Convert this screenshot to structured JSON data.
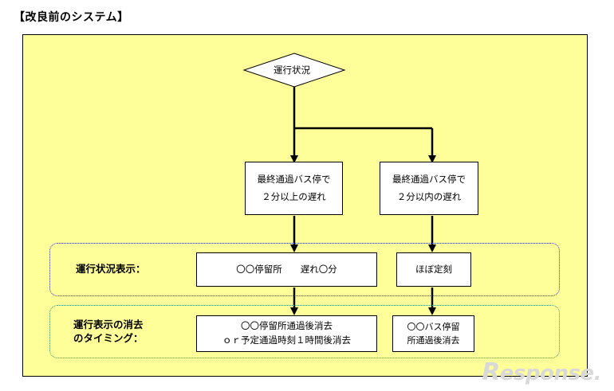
{
  "title": "【改良前のシステム】",
  "decision": {
    "label": "運行状況"
  },
  "branches": {
    "left": {
      "condition_line1": "最終通過バス停で",
      "condition_line2": "２分以上の遅れ",
      "display": "〇〇停留所　　遅れ〇分",
      "deletion_line1": "〇〇停留所通過後消去",
      "deletion_line2": "ｏｒ予定通過時刻１時間後消去"
    },
    "right": {
      "condition_line1": "最終通過バス停で",
      "condition_line2": "２分以内の遅れ",
      "display": "ほぼ定刻",
      "deletion_line1": "〇〇バス停留",
      "deletion_line2": "所通過後消去"
    }
  },
  "rows": {
    "display_label": "運行状況表示：",
    "deletion_label_line1": "運行表示の消去",
    "deletion_label_line2": "のタイミング："
  },
  "watermark": {
    "initial": "R",
    "rest": "esponse."
  },
  "colors": {
    "panel": "#ffff99",
    "display_border": "#2a2acc",
    "deletion_border": "#2c9b6a"
  }
}
